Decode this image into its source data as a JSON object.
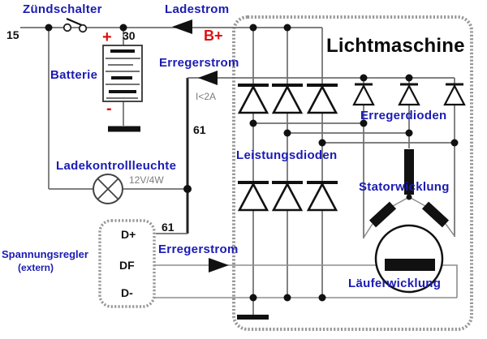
{
  "diagram": {
    "type": "circuit-diagram",
    "title": "Lichtmaschine",
    "colors": {
      "label_blue": "#1b1bb4",
      "accent_red": "#dd1111",
      "wire_gray": "#6e6e6e",
      "symbol_black": "#111111",
      "muted_text": "#7d7d7d"
    },
    "labels": {
      "ignition_switch": "Zündschalter",
      "charging_current": "Ladestrom",
      "b_plus": "B+",
      "terminal_15": "15",
      "terminal_30": "30",
      "battery_plus": "+",
      "battery_minus": "-",
      "battery": "Batterie",
      "excitation_current": "Erregerstrom",
      "current_limit": "I<2A",
      "terminal_61": "61",
      "excitation_diodes": "Erregerdioden",
      "power_diodes": "Leistungsdioden",
      "stator_winding": "Statorwicklung",
      "rotor_winding": "Läuferwicklung",
      "charge_indicator_lamp": "Ladekontrollleuchte",
      "lamp_rating": "12V/4W",
      "voltage_regulator": "Spannungsregler",
      "external": "(extern)",
      "terminal_d_plus": "D+",
      "terminal_df": "DF",
      "terminal_d_minus": "D-"
    }
  }
}
